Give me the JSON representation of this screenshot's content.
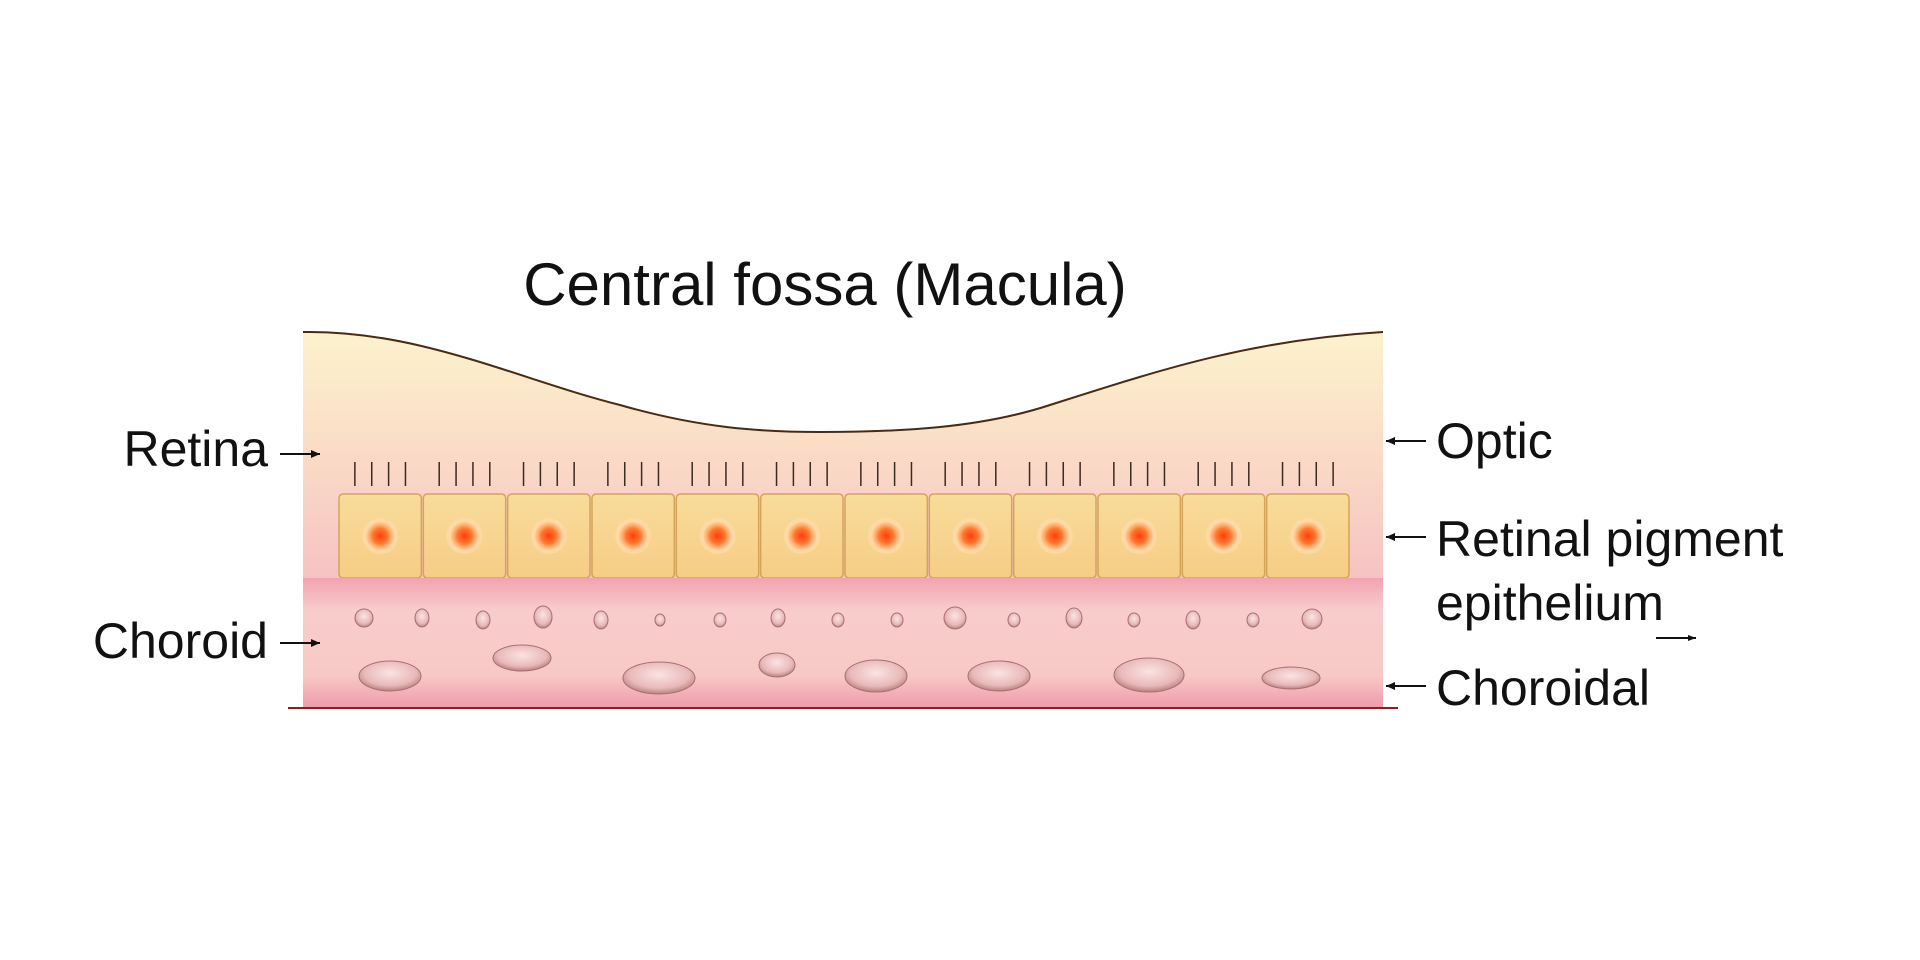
{
  "title": "Central fossa (Macula)",
  "labels": {
    "retina": "Retina",
    "choroid": "Choroid",
    "optic": "Optic",
    "rpe_line1": "Retinal pigment",
    "rpe_line2": "epithelium",
    "choroidal": "Choroidal"
  },
  "cells": {
    "count": 12
  },
  "colors": {
    "retina_top": "#fdf1c9",
    "retina_bottom": "#f7c6c6",
    "cell_fill": "#f7d58e",
    "cell_stroke": "#d9a85a",
    "nucleus_center": "#ff4a10",
    "nucleus_edge": "#ffb070",
    "choroid": "#f5aeb8",
    "vessel": "#e9b6b8",
    "baseline": "#8a1f1f"
  }
}
